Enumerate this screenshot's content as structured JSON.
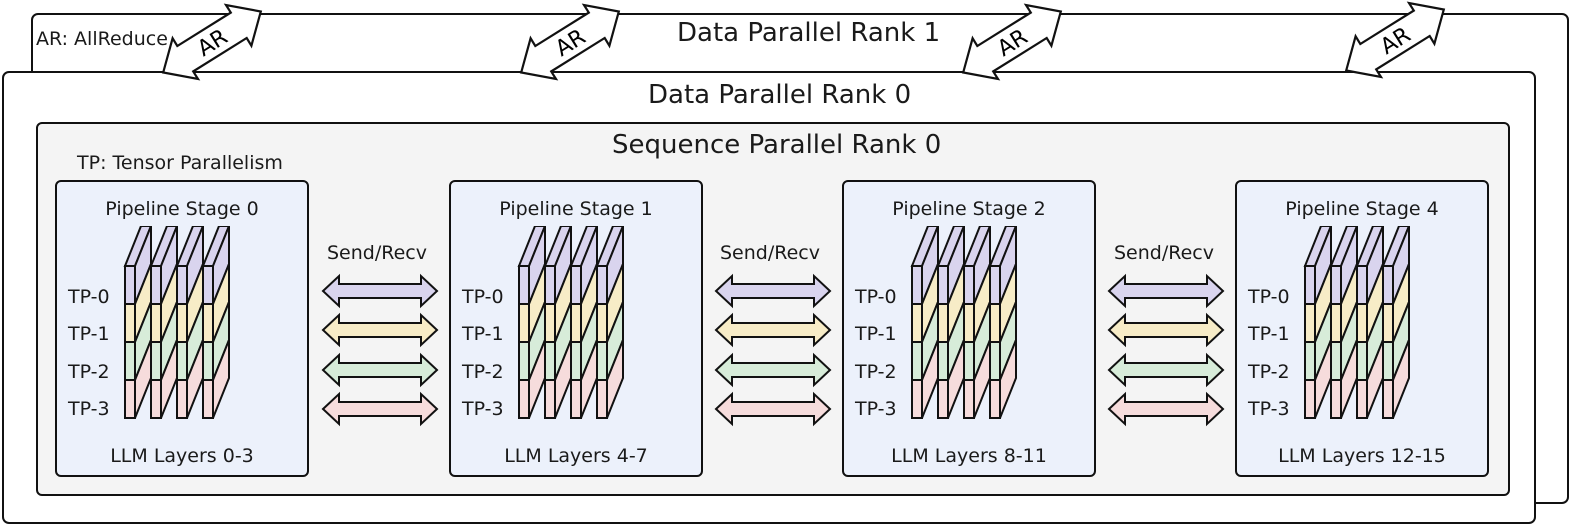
{
  "legend": {
    "allreduce": "AR: AllReduce",
    "tensor_parallelism": "TP: Tensor Parallelism"
  },
  "ranks": {
    "rank1_title": "Data Parallel Rank 1",
    "rank0_title": "Data Parallel Rank 0",
    "sequence_title": "Sequence Parallel Rank 0"
  },
  "ar_label": "AR",
  "stages": [
    {
      "title": "Pipeline Stage 0",
      "layers": "LLM Layers 0-3"
    },
    {
      "title": "Pipeline Stage 1",
      "layers": "LLM Layers 4-7"
    },
    {
      "title": "Pipeline Stage 2",
      "layers": "LLM Layers 8-11"
    },
    {
      "title": "Pipeline Stage 4",
      "layers": "LLM Layers 12-15"
    }
  ],
  "tp_labels": [
    "TP-0",
    "TP-1",
    "TP-2",
    "TP-3"
  ],
  "send_recv_label": "Send/Recv",
  "colors": {
    "tp0": "#d9d4ee",
    "tp1": "#f7ecc7",
    "tp2": "#d7ecd9",
    "tp3": "#f6dcdc",
    "stage_bg": "#ecf1fb",
    "sequence_bg": "#f4f4f4"
  }
}
